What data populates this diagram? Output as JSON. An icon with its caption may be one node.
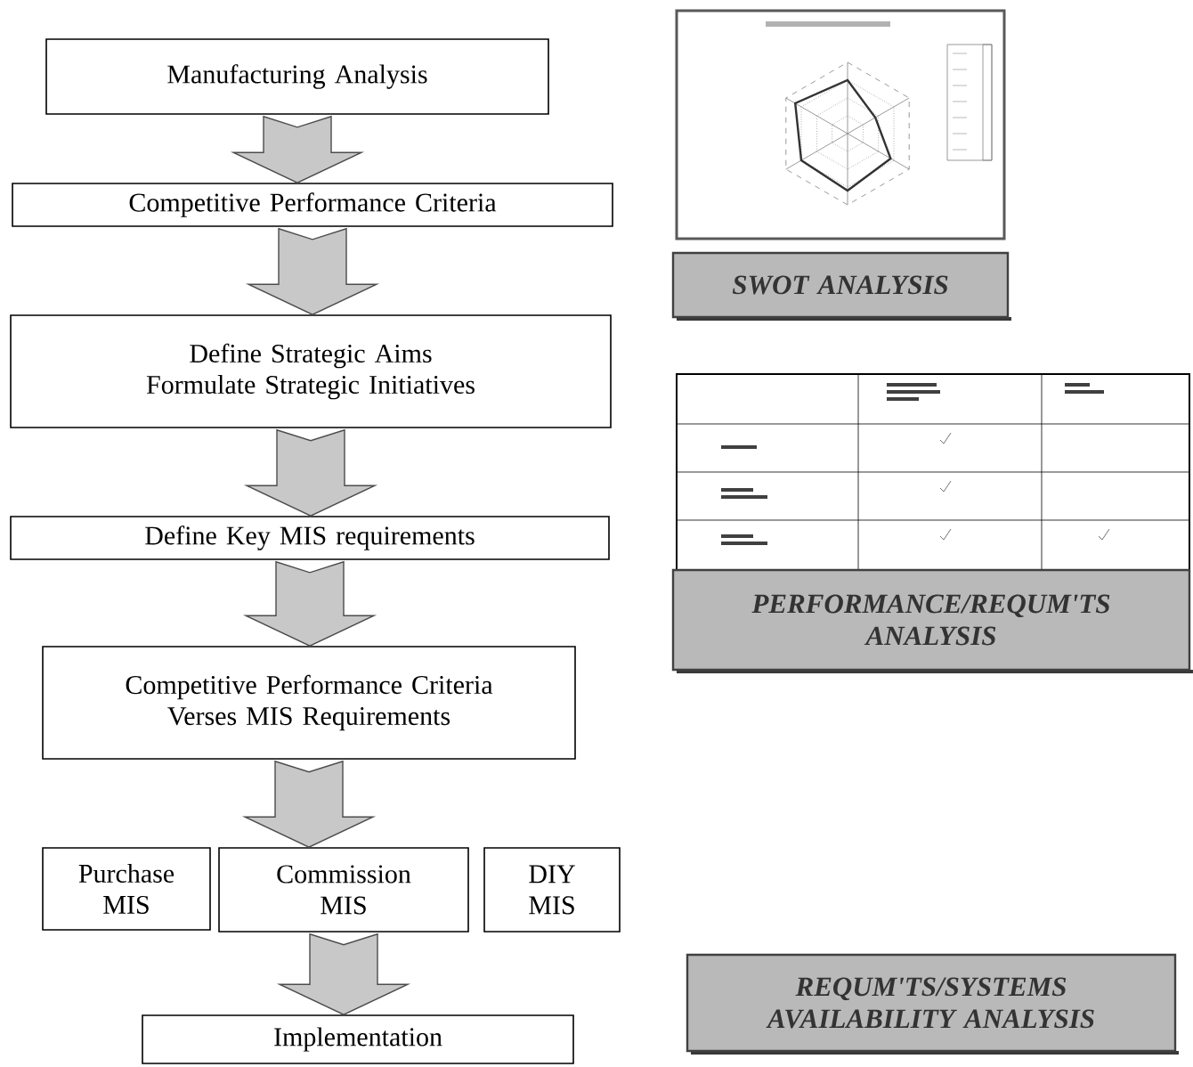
{
  "diagram": {
    "nodes": [
      {
        "text": [
          "Manufacturing Analysis"
        ]
      },
      {
        "text": [
          "Competitive Performance Criteria"
        ]
      },
      {
        "text": [
          "Define Strategic Aims Formulate Strategic Initiatives"
        ]
      },
      {
        "text": [
          "Define Key MIS requirements"
        ]
      },
      {
        "text": [
          "Competitive Performance Criteria Verses MIS Requirements"
        ]
      },
      {
        "text": [
          "Purchase MIS"
        ]
      },
      {
        "text": [
          "Commission MIS"
        ]
      },
      {
        "text": [
          "DIY MIS"
        ]
      },
      {
        "text": [
          "Implementation"
        ]
      },
      {
        "text": [
          "SWOT ANALYSIS"
        ]
      },
      {
        "text": [
          "PERFORMANCE/REQUM'TS ANALYSIS"
        ]
      },
      {
        "text": [
          "REQUM'TS/SYSTEMS AVAILABILITY ANALYSIS"
        ]
      }
    ],
    "edges": [
      {
        "from": 0,
        "to": 1,
        "arrow": "to"
      },
      {
        "from": 1,
        "to": 2,
        "arrow": "to"
      },
      {
        "from": 2,
        "to": 3,
        "arrow": "to"
      },
      {
        "from": 3,
        "to": 4,
        "arrow": "to"
      },
      {
        "from": 4,
        "to": 6,
        "arrow": "to"
      },
      {
        "from": 6,
        "to": 8,
        "arrow": "to"
      }
    ]
  }
}
